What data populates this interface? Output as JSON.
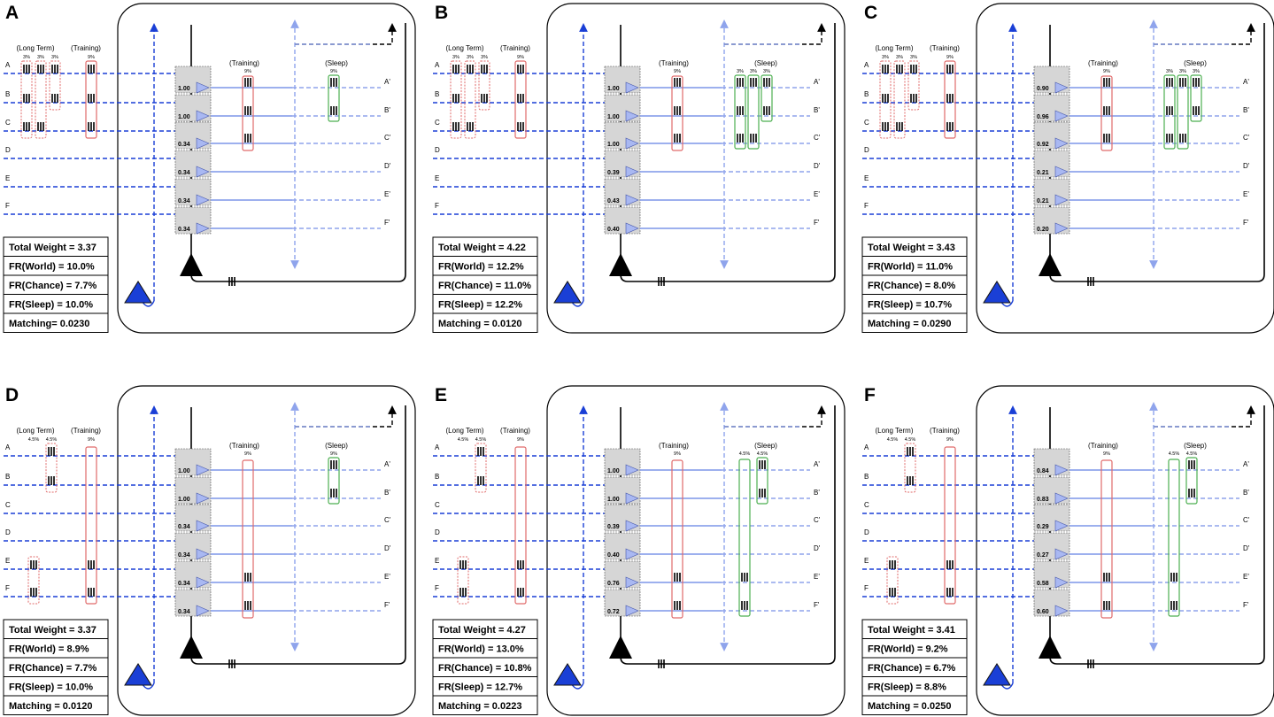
{
  "stats_labels": [
    "Total Weight = ",
    "FR(World) = ",
    "FR(Chance) = ",
    "FR(Sleep) = ",
    "Matching = "
  ],
  "group_labels": {
    "long_term": "(Long Term)",
    "training": "(Training)",
    "sleep": "(Sleep)"
  },
  "inputs": [
    "A",
    "B",
    "C",
    "D",
    "E",
    "F"
  ],
  "outputs": [
    "A'",
    "B'",
    "C'",
    "D'",
    "E'",
    "F'"
  ],
  "colors": {
    "dark_blue": "#1a3fd6",
    "light_blue": "#8fa4ec",
    "long_term_box": "#e06a6a",
    "training_box": "#e06a6a",
    "sleep_box": "#4caf50",
    "synapse_box": "#d6d6d6",
    "neuron": "#000000"
  },
  "panels": [
    {
      "letter": "A",
      "weights": [
        "1.00",
        "1.00",
        "0.34",
        "0.34",
        "0.34",
        "0.34"
      ],
      "long_term_pct": [
        "3%",
        "3%",
        "3%"
      ],
      "long_term_patterns": [
        [
          0,
          1,
          2
        ],
        [
          0,
          2
        ],
        [
          0,
          1
        ]
      ],
      "training_pct": "9%",
      "training_rows": [
        0,
        1,
        2
      ],
      "sleep_pct": [
        "9%"
      ],
      "sleep_patterns": [
        [
          0,
          1
        ]
      ],
      "output_patterns": [
        [
          0
        ],
        [
          1
        ],
        [
          2
        ]
      ],
      "stats": [
        "3.37",
        "10.0%",
        "7.7%",
        "10.0%",
        "0.0230"
      ],
      "stat_lines": [
        "Total Weight = 3.37",
        "FR(World) = 10.0%",
        "FR(Chance) = 7.7%",
        "FR(Sleep) = 10.0%",
        "Matching= 0.0230"
      ]
    },
    {
      "letter": "B",
      "weights": [
        "1.00",
        "1.00",
        "1.00",
        "0.39",
        "0.43",
        "0.40"
      ],
      "long_term_pct": [
        "3%",
        "3%",
        "3%"
      ],
      "long_term_patterns": [
        [
          0,
          1,
          2
        ],
        [
          0,
          2
        ],
        [
          0,
          1
        ]
      ],
      "training_pct": "9%",
      "training_rows": [
        0,
        1,
        2
      ],
      "sleep_pct": [
        "3%",
        "3%",
        "3%"
      ],
      "sleep_patterns": [
        [
          0,
          1,
          2
        ],
        [
          0,
          2
        ],
        [
          0,
          1
        ]
      ],
      "output_patterns": [
        [
          0
        ],
        [
          1
        ],
        [
          2
        ]
      ],
      "stats": [
        "4.22",
        "12.2%",
        "11.0%",
        "12.2%",
        "0.0120"
      ],
      "stat_lines": [
        "Total Weight = 4.22",
        "FR(World) = 12.2%",
        "FR(Chance) = 11.0%",
        "FR(Sleep) = 12.2%",
        "Matching = 0.0120"
      ]
    },
    {
      "letter": "C",
      "weights": [
        "0.90",
        "0.96",
        "0.92",
        "0.21",
        "0.21",
        "0.20"
      ],
      "long_term_pct": [
        "3%",
        "3%",
        "3%"
      ],
      "long_term_patterns": [
        [
          0,
          1,
          2
        ],
        [
          0,
          2
        ],
        [
          0,
          1
        ]
      ],
      "training_pct": "9%",
      "training_rows": [
        0,
        1,
        2
      ],
      "sleep_pct": [
        "3%",
        "3%",
        "3%"
      ],
      "sleep_patterns": [
        [
          0,
          1,
          2
        ],
        [
          0,
          2
        ],
        [
          0,
          1
        ]
      ],
      "output_patterns": [
        [
          0
        ],
        [
          1
        ],
        [
          2
        ]
      ],
      "stats": [
        "3.43",
        "11.0%",
        "8.0%",
        "10.7%",
        "0.0290"
      ],
      "stat_lines": [
        "Total Weight = 3.43",
        "FR(World) = 11.0%",
        "FR(Chance) = 8.0%",
        "FR(Sleep) = 10.7%",
        "Matching = 0.0290"
      ]
    },
    {
      "letter": "D",
      "weights": [
        "1.00",
        "1.00",
        "0.34",
        "0.34",
        "0.34",
        "0.34"
      ],
      "long_term_pct": [
        "4.5%",
        "4.5%"
      ],
      "long_term_patterns": [
        [
          4,
          5
        ],
        [
          0,
          1
        ]
      ],
      "training_pct": "9%",
      "training_rows": [
        4,
        5
      ],
      "sleep_pct": [
        "9%"
      ],
      "sleep_patterns": [
        [
          0,
          1
        ]
      ],
      "output_patterns": [
        [
          4
        ],
        [
          5
        ]
      ],
      "stats": [
        "3.37",
        "8.9%",
        "7.7%",
        "10.0%",
        "0.0120"
      ],
      "stat_lines": [
        "Total Weight = 3.37",
        "FR(World) = 8.9%",
        "FR(Chance) = 7.7%",
        "FR(Sleep) = 10.0%",
        "Matching = 0.0120"
      ]
    },
    {
      "letter": "E",
      "weights": [
        "1.00",
        "1.00",
        "0.39",
        "0.40",
        "0.76",
        "0.72"
      ],
      "long_term_pct": [
        "4.5%",
        "4.5%"
      ],
      "long_term_patterns": [
        [
          4,
          5
        ],
        [
          0,
          1
        ]
      ],
      "training_pct": "9%",
      "training_rows": [
        4,
        5
      ],
      "sleep_pct": [
        "4.5%",
        "4.5%"
      ],
      "sleep_patterns": [
        [
          4,
          5
        ],
        [
          0,
          1
        ]
      ],
      "output_patterns": [
        [
          4
        ],
        [
          5
        ]
      ],
      "stats": [
        "4.27",
        "13.0%",
        "10.8%",
        "12.7%",
        "0.0223"
      ],
      "stat_lines": [
        "Total Weight = 4.27",
        "FR(World) = 13.0%",
        "FR(Chance) = 10.8%",
        "FR(Sleep) = 12.7%",
        "Matching = 0.0223"
      ]
    },
    {
      "letter": "F",
      "weights": [
        "0.84",
        "0.83",
        "0.29",
        "0.27",
        "0.58",
        "0.60"
      ],
      "long_term_pct": [
        "4.5%",
        "4.5%"
      ],
      "long_term_patterns": [
        [
          4,
          5
        ],
        [
          0,
          1
        ]
      ],
      "training_pct": "9%",
      "training_rows": [
        4,
        5
      ],
      "sleep_pct": [
        "4.5%",
        "4.5%"
      ],
      "sleep_patterns": [
        [
          4,
          5
        ],
        [
          0,
          1
        ]
      ],
      "output_patterns": [
        [
          4
        ],
        [
          5
        ]
      ],
      "stats": [
        "3.41",
        "9.2%",
        "6.7%",
        "8.8%",
        "0.0250"
      ],
      "stat_lines": [
        "Total Weight = 3.41",
        "FR(World) = 9.2%",
        "FR(Chance) = 6.7%",
        "FR(Sleep) = 8.8%",
        "Matching = 0.0250"
      ]
    }
  ]
}
